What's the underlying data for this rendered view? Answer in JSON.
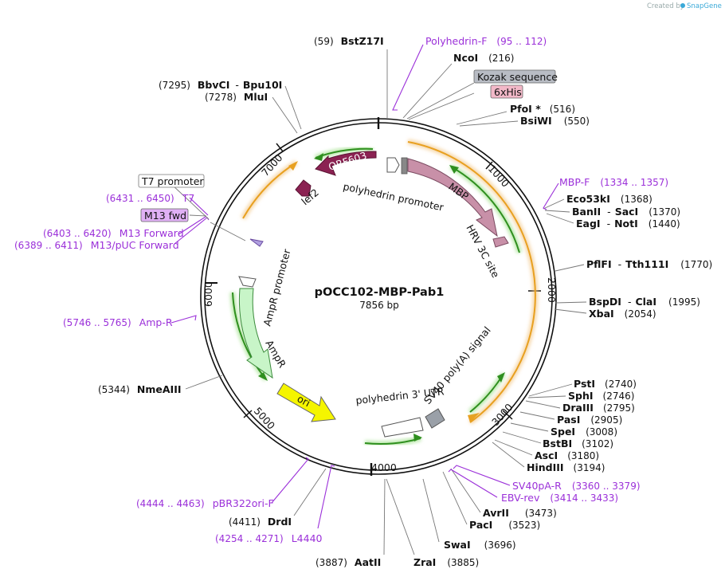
{
  "credit": {
    "prefix": "Created by",
    "brand": "SnapGene"
  },
  "plasmid": {
    "name": "pOCC102-MBP-Pab1",
    "size": "7856 bp"
  },
  "ticks": [
    "1000",
    "2000",
    "3000",
    "4000",
    "5000",
    "6000",
    "7000"
  ],
  "sites": [
    {
      "pos": "(59)",
      "name": "BstZ17I"
    },
    {
      "name": "NcoI",
      "pos": "(216)"
    },
    {
      "name": "PfoI *",
      "pos": "(516)"
    },
    {
      "name": "BsiWI",
      "pos": "(550)"
    },
    {
      "pos": "(7295)",
      "name": "BbvCI",
      "sep": "-",
      "name2": "Bpu10I"
    },
    {
      "pos": "(7278)",
      "name": "MluI"
    },
    {
      "name": "Eco53kI",
      "pos": "(1368)"
    },
    {
      "name": "BanII",
      "sep": "-",
      "name2": "SacI",
      "pos": "(1370)"
    },
    {
      "name": "EagI",
      "sep": "-",
      "name2": "NotI",
      "pos": "(1440)"
    },
    {
      "name": "PflFI",
      "sep": "-",
      "name2": "Tth111I",
      "pos": "(1770)"
    },
    {
      "name": "BspDI",
      "sep": "-",
      "name2": "ClaI",
      "pos": "(1995)"
    },
    {
      "name": "XbaI",
      "pos": "(2054)"
    },
    {
      "name": "PstI",
      "pos": "(2740)"
    },
    {
      "name": "SphI",
      "pos": "(2746)"
    },
    {
      "name": "DraIII",
      "pos": "(2795)"
    },
    {
      "name": "PasI",
      "pos": "(2905)"
    },
    {
      "name": "SpeI",
      "pos": "(3008)"
    },
    {
      "name": "BstBI",
      "pos": "(3102)"
    },
    {
      "name": "AscI",
      "pos": "(3180)"
    },
    {
      "name": "HindIII",
      "pos": "(3194)"
    },
    {
      "name": "AvrII",
      "pos": "(3473)"
    },
    {
      "name": "PacI",
      "pos": "(3523)"
    },
    {
      "name": "SwaI",
      "pos": "(3696)"
    },
    {
      "name": "ZraI",
      "pos": "(3885)"
    },
    {
      "pos": "(3887)",
      "name": "AatII"
    },
    {
      "pos": "(4411)",
      "name": "DrdI"
    },
    {
      "pos": "(5344)",
      "name": "NmeAIII"
    }
  ],
  "primers": [
    {
      "name": "Polyhedrin-F",
      "pos": "(95 .. 112)"
    },
    {
      "name": "MBP-F",
      "pos": "(1334 .. 1357)"
    },
    {
      "name": "SV40pA-R",
      "pos": "(3360 .. 3379)"
    },
    {
      "name": "EBV-rev",
      "pos": "(3414 .. 3433)"
    },
    {
      "name": "L4440",
      "pos": "(4254 .. 4271)"
    },
    {
      "name": "pBR322ori-F",
      "pos": "(4444 .. 4463)"
    },
    {
      "name": "Amp-R",
      "pos": "(5746 .. 5765)"
    },
    {
      "name": "M13/pUC Forward",
      "pos": "(6389 .. 6411)"
    },
    {
      "name": "M13 Forward",
      "pos": "(6403 .. 6420)"
    },
    {
      "name": "T7",
      "pos": "(6431 .. 6450)"
    }
  ],
  "boxed_labels": {
    "kozak": "Kozak sequence",
    "his": "6xHis",
    "t7prom": "T7 promoter",
    "m13fwd": "M13 fwd"
  },
  "features": {
    "orf603": "ORF603",
    "lef2": "lef2",
    "polh_promoter": "polyhedrin promoter",
    "mbp": "MBP",
    "hrv": "HRV 3C site",
    "ampr_promoter": "AmpR promoter",
    "ampr": "AmpR",
    "ori": "ori",
    "polh_utr": "polyhedrin 3' UTR",
    "sv40": "SV40 poly(A) signal"
  },
  "colors": {
    "orf": "#8b2252",
    "mbp": "#c890a8",
    "ampr": "#c8f5c8",
    "ori": "#f5f500",
    "primer": "#9b30d9",
    "green_arrow": "#2f8f1f",
    "orange_arrow": "#e8a020"
  }
}
